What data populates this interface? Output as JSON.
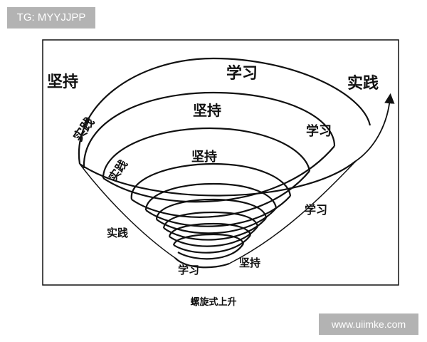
{
  "watermark_top": "TG: MYYJJPP",
  "watermark_bottom": "www.uiimke.com",
  "caption": "螺旋式上升",
  "labels": {
    "outer_left": "坚持",
    "outer_top": "学习",
    "outer_right": "实践",
    "ring2_left": "实践",
    "ring2_top": "坚持",
    "ring2_right": "学习",
    "ring3_left": "实践",
    "ring3_top": "坚持",
    "mid_right": "学习",
    "low_left": "实践",
    "bottom_left": "学习",
    "bottom_right": "坚持"
  },
  "colors": {
    "ink": "#111111",
    "watermark_bg": "#b3b3b3"
  }
}
